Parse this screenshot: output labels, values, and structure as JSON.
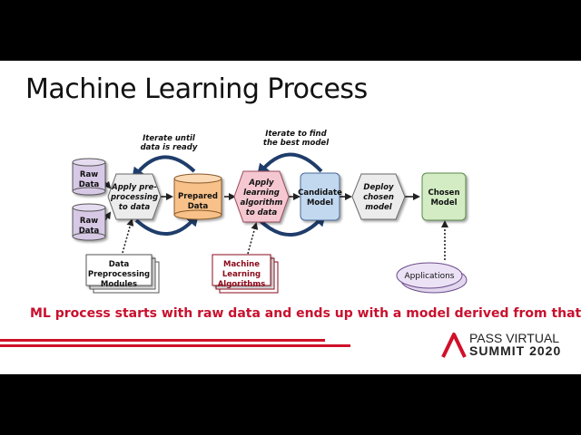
{
  "slide": {
    "title": "Machine Learning Process",
    "caption": "ML process starts with raw data and ends up with a model derived from that data"
  },
  "diagram": {
    "loop_labels": {
      "prep": [
        "Iterate until",
        "data is ready"
      ],
      "model": [
        "Iterate to find",
        "the best model"
      ]
    },
    "raw_data_1": [
      "Raw",
      "Data"
    ],
    "raw_data_2": [
      "Raw",
      "Data"
    ],
    "apply_preprocessing": [
      "Apply pre-",
      "processing",
      "to data"
    ],
    "prepared_data": [
      "Prepared",
      "Data"
    ],
    "apply_learning": [
      "Apply",
      "learning",
      "algorithm",
      "to data"
    ],
    "candidate_model": [
      "Candidate",
      "Model"
    ],
    "deploy_model": [
      "Deploy",
      "chosen",
      "model"
    ],
    "chosen_model": [
      "Chosen",
      "Model"
    ],
    "preprocessing_modules": [
      "Data",
      "Preprocessing",
      "Modules"
    ],
    "ml_algorithms": [
      "Machine",
      "Learning",
      "Algorithms"
    ],
    "applications": "Applications",
    "colors": {
      "raw_data": "#d7c9e6",
      "prepared_data": "#f7c189",
      "learning_algo": "#f4c7d1",
      "candidate_model": "#c2d8ef",
      "chosen_model": "#d3ecc4",
      "loop_arrow": "#1f3d6b",
      "ml_algorithms_text": "#8b0a1a"
    }
  },
  "logo": {
    "line1": "PASS VIRTUAL",
    "line2": "SUMMIT 2020"
  }
}
